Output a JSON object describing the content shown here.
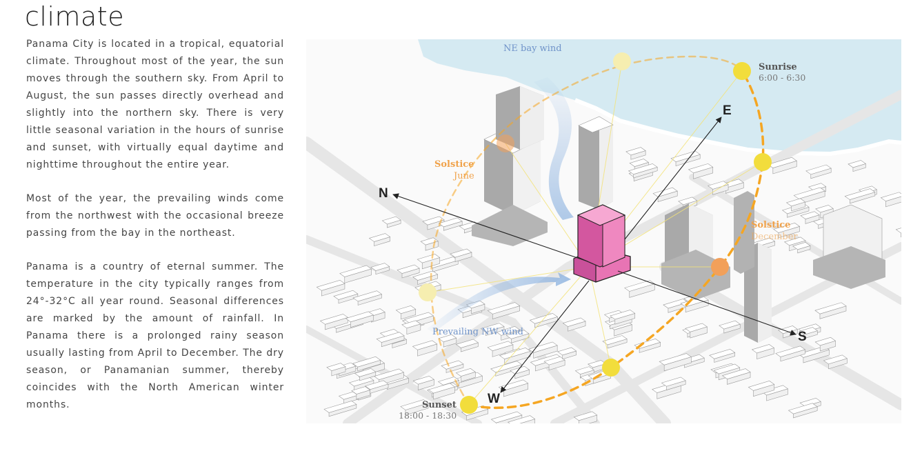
{
  "page": {
    "title": "climate",
    "paragraphs": [
      "Panama City is located in a tropical, equatorial climate. Throughout most of the year, the sun moves through the southern sky. From April to August, the sun passes directly overhead and slightly into the northern sky. There is very little seasonal variation in the hours of sunrise and sunset, with virtually equal daytime and nighttime throughout the entire year.",
      "Most of the year, the prevailing winds come from the northwest with the occasional breeze passing from the bay in the northeast.",
      "Panama is a country of eternal summer. The temperature in the city typically ranges from 24°-32°C all year round. Seasonal differences are marked by the amount of rainfall. In Panama there is a prolonged rainy season usually lasting from April to December. The dry season, or Panamanian summer, thereby coincides with the North American winter months."
    ]
  },
  "diagram": {
    "compass": {
      "north": "N",
      "east": "E",
      "south": "S",
      "west": "W"
    },
    "labels": {
      "ne_wind": "NE bay wind",
      "nw_wind": "Prevailing NW wind",
      "sunrise": "Sunrise",
      "sunrise_time": "6:00 - 6:30",
      "sunset": "Sunset",
      "sunset_time": "18:00 - 18:30",
      "solstice_june": "Solstice",
      "solstice_june_month": "June",
      "solstice_dec": "Solstice",
      "solstice_dec_month": "December"
    },
    "colors": {
      "water": "#d5eaf2",
      "site_building": "#e874b4",
      "sun_yellow": "#f2dd3c",
      "sun_pale": "#f6eeb0",
      "sun_orange": "#f2a05a",
      "sun_path": "#f5a623",
      "wind": "#8fb4e0",
      "label_blue": "#6f93c9",
      "solstice_orange": "#f0a24a"
    }
  }
}
